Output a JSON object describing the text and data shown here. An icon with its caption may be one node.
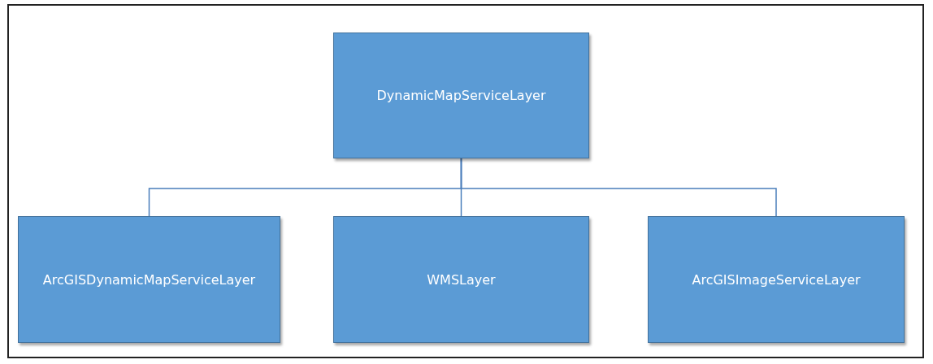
{
  "diagram": {
    "nodes": [
      {
        "text": [
          "DynamicMapServiceLayer"
        ]
      },
      {
        "text": [
          "ArcGISDynamicMapServiceLayer"
        ]
      },
      {
        "text": [
          "WMSLayer"
        ]
      },
      {
        "text": [
          "ArcGISImageServiceLayer"
        ]
      }
    ],
    "edges": [
      {
        "from": 0,
        "to": 1,
        "arrow": "none"
      },
      {
        "from": 0,
        "to": 2,
        "arrow": "none"
      },
      {
        "from": 0,
        "to": 3,
        "arrow": "none"
      }
    ]
  }
}
